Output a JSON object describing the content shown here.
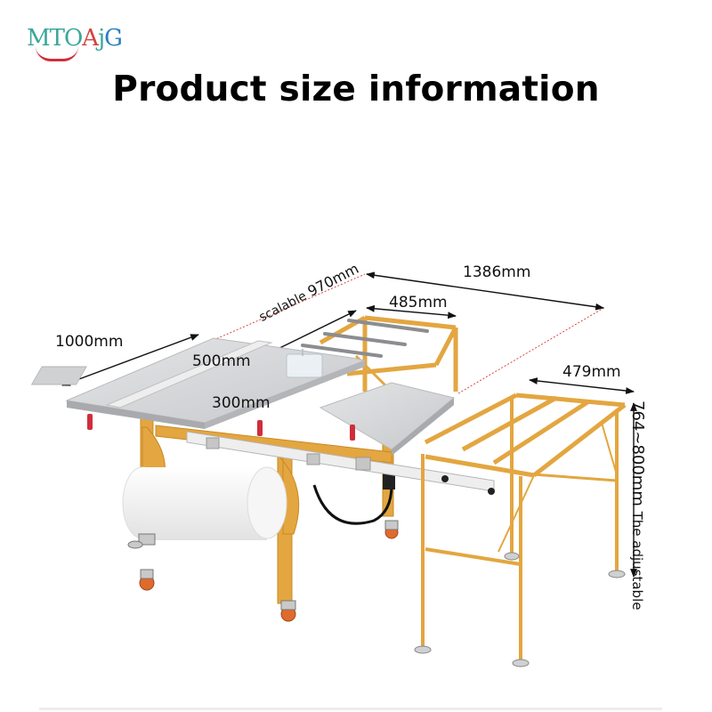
{
  "logo": {
    "text_parts": [
      "MT",
      "O",
      "A",
      "j",
      "G"
    ],
    "brand": "MTOAJG"
  },
  "title": "Product size information",
  "dimensions": {
    "overall_length": "1386mm",
    "extension_width": "485mm",
    "scalable_prefix": "scalable",
    "scalable_length": "970mm",
    "table_length": "1000mm",
    "slot_length": "500mm",
    "slot_width": "300mm",
    "side_table_width": "479mm",
    "height_range": "764~800mm",
    "height_note": "The adjustable"
  },
  "colors": {
    "frame": "#e3a640",
    "frame_dark": "#c98a25",
    "table_top": "#d9dadc",
    "table_edge": "#b9babd",
    "dimension_line": "#111111",
    "guide_line": "#d9473f",
    "logo_red": "#cf2e3a",
    "logo_teal": "#3aa79a",
    "logo_blue": "#2a7fc0"
  }
}
